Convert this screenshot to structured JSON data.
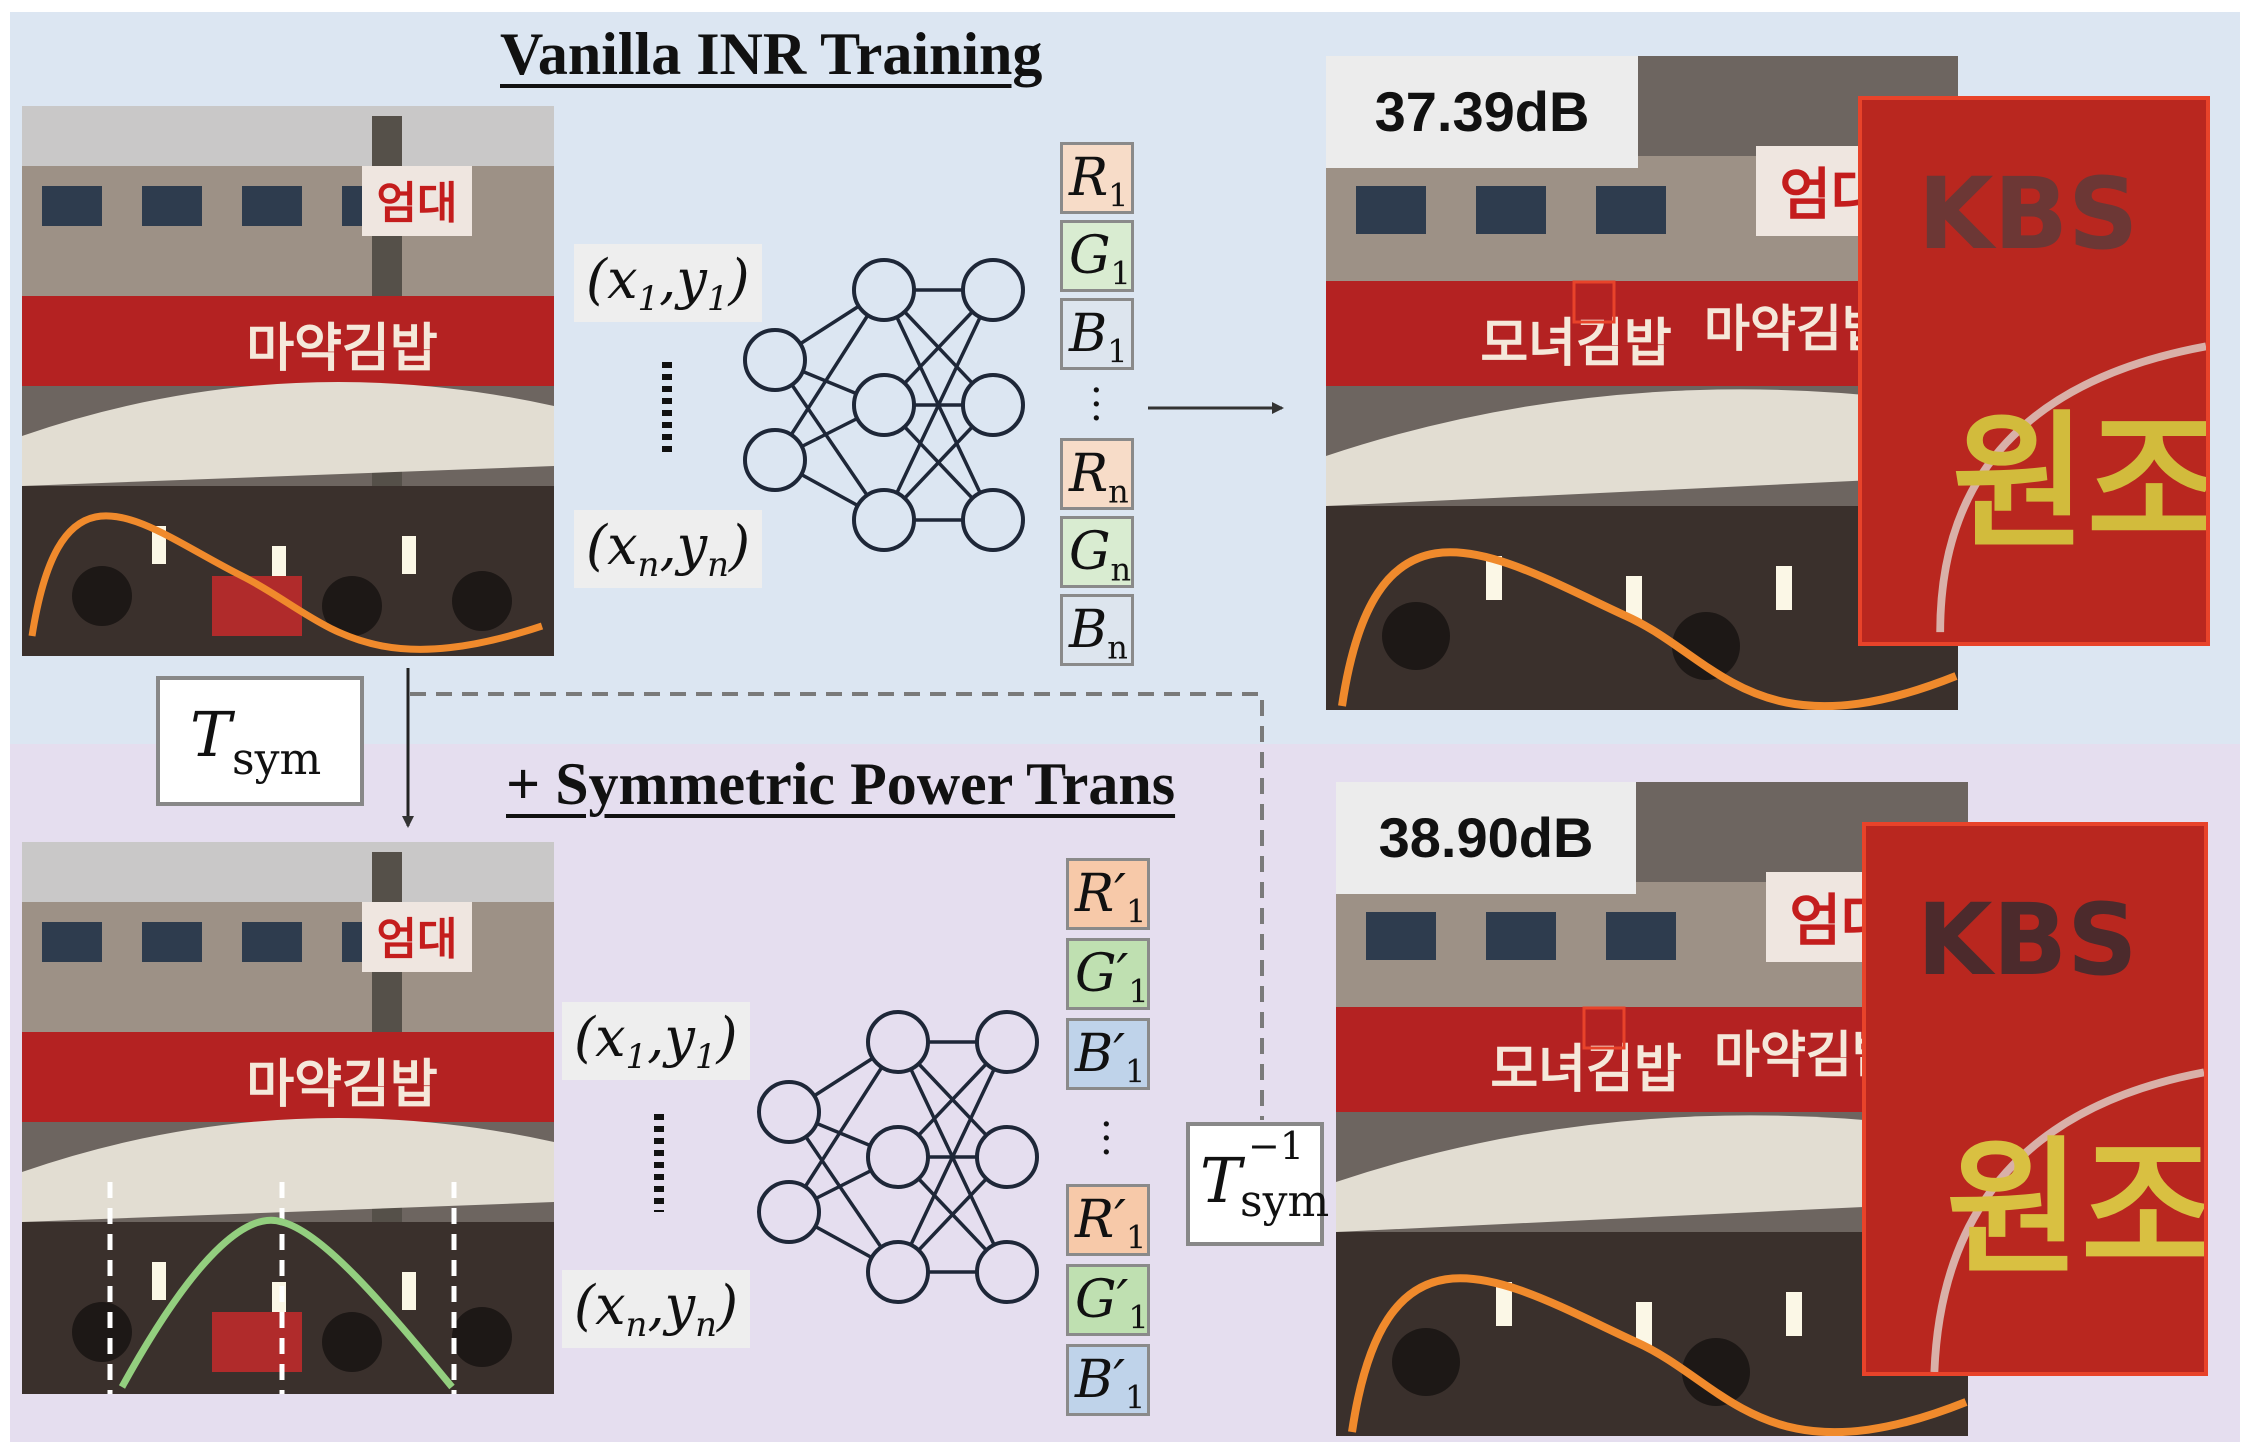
{
  "top": {
    "title": "Vanilla INR Training",
    "coord_first": {
      "base": "(x",
      "i1": "1",
      "mid": ",y",
      "i2": "1",
      "end": ")"
    },
    "coord_last": {
      "base": "(x",
      "i1": "n",
      "mid": ",y",
      "i2": "n",
      "end": ")"
    },
    "channels_first": [
      {
        "letter": "R",
        "index": "1"
      },
      {
        "letter": "G",
        "index": "1"
      },
      {
        "letter": "B",
        "index": "1"
      }
    ],
    "channels_last": [
      {
        "letter": "R",
        "index": "n"
      },
      {
        "letter": "G",
        "index": "n"
      },
      {
        "letter": "B",
        "index": "n"
      }
    ],
    "psnr": "37.39dB"
  },
  "bottom": {
    "title": "+ Symmetric Power Trans",
    "coord_first": {
      "base": "(x",
      "i1": "1",
      "mid": ",y",
      "i2": "1",
      "end": ")"
    },
    "coord_last": {
      "base": "(x",
      "i1": "n",
      "mid": ",y",
      "i2": "n",
      "end": ")"
    },
    "channels_first": [
      {
        "letter": "R′",
        "index": "1"
      },
      {
        "letter": "G′",
        "index": "1"
      },
      {
        "letter": "B′",
        "index": "1"
      }
    ],
    "channels_last": [
      {
        "letter": "R′",
        "index": "1"
      },
      {
        "letter": "G′",
        "index": "1"
      },
      {
        "letter": "B′",
        "index": "1"
      }
    ],
    "psnr": "38.90dB"
  },
  "transform": {
    "symbol": "T",
    "subscript": "sym"
  },
  "inverse_transform": {
    "symbol": "T",
    "subscript": "sym",
    "superscript": "−1"
  },
  "photo_text": {
    "sign_top": "엄대",
    "sign_main": "마약김밥",
    "sign_side": "모녀김밥",
    "sign_badge": "원조",
    "zoom_text": "KBS",
    "zoom_badge": "원조"
  },
  "colors": {
    "top_panel": "#dce6f2",
    "bottom_panel": "#e5deef",
    "curve_orange": "#f08a2c",
    "curve_green": "#93cf7f",
    "zoom_border": "#e8432a"
  }
}
